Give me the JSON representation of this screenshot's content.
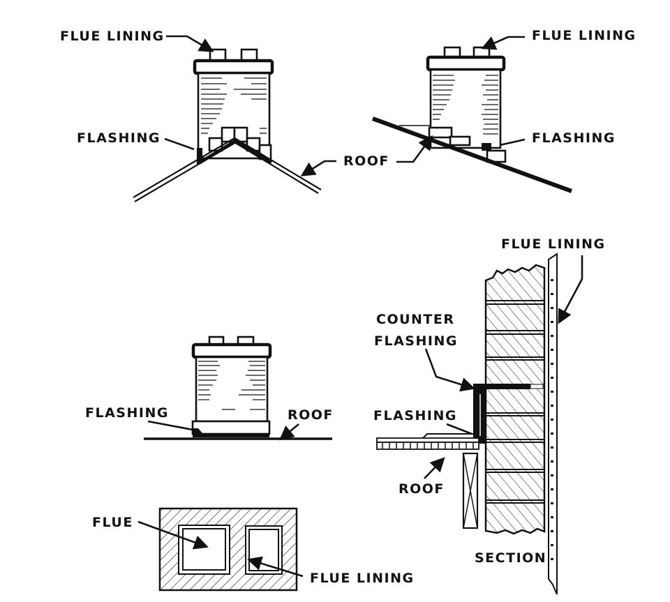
{
  "figure": {
    "title": "Chimney flashing and flue lining details",
    "colors": {
      "ink": "#111111",
      "background": "#ffffff"
    },
    "panels": [
      {
        "id": "ridge-chimney",
        "description": "Chimney straddling a roof ridge",
        "labels": {
          "flue_lining": "FLUE LINING",
          "flashing": "FLASHING",
          "roof": "ROOF"
        }
      },
      {
        "id": "sloped-chimney",
        "description": "Chimney on a sloped roof",
        "labels": {
          "flue_lining": "FLUE LINING",
          "flashing": "FLASHING"
        }
      },
      {
        "id": "flat-chimney",
        "description": "Chimney on a flat roof",
        "labels": {
          "flashing": "FLASHING",
          "roof": "ROOF"
        }
      },
      {
        "id": "plan-view",
        "description": "Plan view of chimney with two flues",
        "labels": {
          "flue": "FLUE",
          "flue_lining": "FLUE LINING"
        }
      },
      {
        "id": "section",
        "description": "Wall section with counter flashing",
        "labels": {
          "flue_lining": "FLUE LINING",
          "counter": "COUNTER",
          "flashing_line2": "FLASHING",
          "flashing": "FLASHING",
          "roof": "ROOF",
          "section": "SECTION"
        }
      }
    ]
  }
}
